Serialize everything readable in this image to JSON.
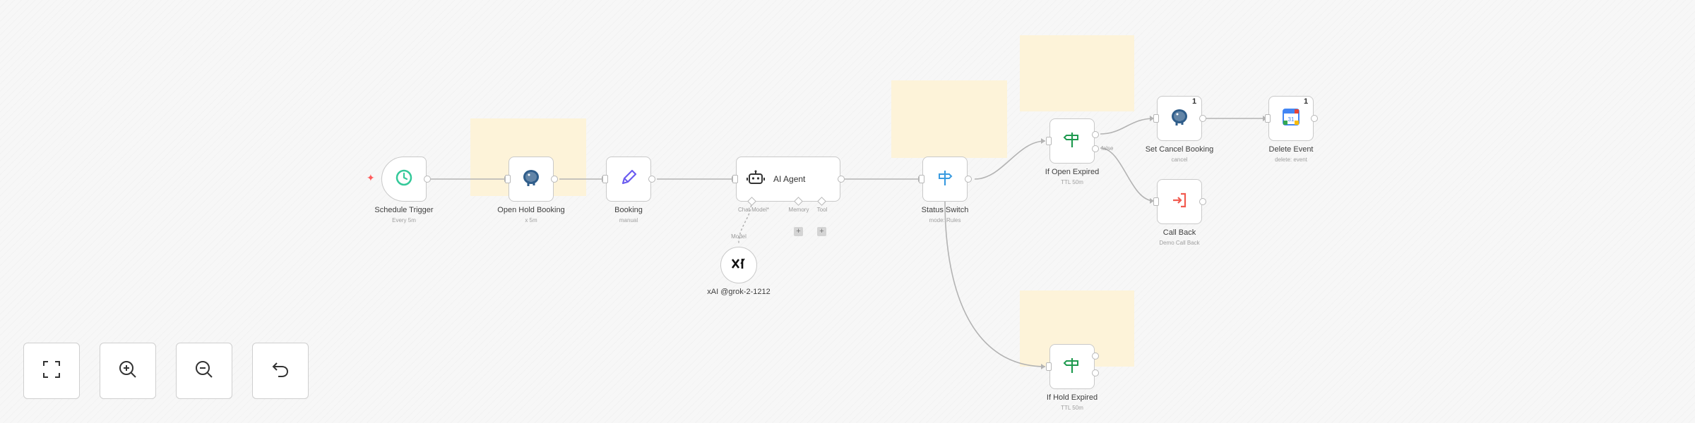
{
  "nodes": {
    "schedule": {
      "label": "Schedule Trigger",
      "sub": "Every 5m"
    },
    "open_hold": {
      "label": "Open Hold Booking",
      "sub": "x 5m"
    },
    "booking": {
      "label": "Booking",
      "sub": "manual"
    },
    "ai_agent": {
      "label": "AI Agent",
      "ports": [
        "Chat Model*",
        "Memory",
        "Tool"
      ]
    },
    "xai": {
      "label": "xAI @grok-2-1212",
      "port_label": "Model"
    },
    "status_switch": {
      "label": "Status Switch",
      "sub": "mode: Rules"
    },
    "if_open": {
      "label": "If Open Expired",
      "sub": "TTL 50m",
      "out_false": "false"
    },
    "set_cancel": {
      "label": "Set Cancel Booking",
      "sub": "cancel",
      "badge": "1"
    },
    "delete_event": {
      "label": "Delete Event",
      "sub": "delete: event",
      "badge": "1"
    },
    "call_back": {
      "label": "Call Back",
      "sub": "Demo Call Back"
    },
    "if_hold": {
      "label": "If Hold Expired",
      "sub": "TTL 50m"
    }
  },
  "icons": {
    "schedule": "clock-icon",
    "postgres": "postgres-elephant-icon",
    "edit": "pencil-icon",
    "agent": "robot-icon",
    "xai": "xai-logo",
    "switch": "signpost-icon",
    "if": "signpost-icon",
    "calendar": "google-calendar-icon",
    "callback": "sign-in-arrow-icon"
  },
  "controls": {
    "fit": "fit-view-icon",
    "zoom_in": "zoom-in-icon",
    "zoom_out": "zoom-out-icon",
    "undo": "undo-icon"
  },
  "colors": {
    "sticky": "#fdf3d9",
    "clock": "#35c99a",
    "pencil": "#6b5cf0",
    "switch": "#3a9be0",
    "if": "#1f9a4f",
    "callback": "#f15a4f"
  }
}
